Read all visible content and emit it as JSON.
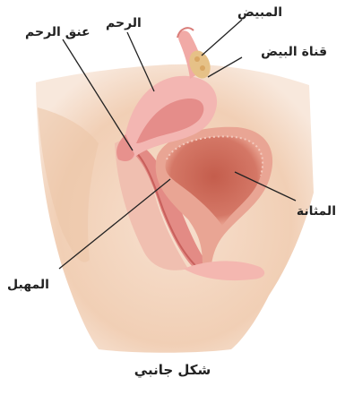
{
  "labels": {
    "ovary": "المبيض",
    "fallopian_tube": "قناة البيض",
    "uterus": "الرحم",
    "cervix": "عنق الرحم",
    "bladder": "المثانة",
    "vagina": "المهبل"
  },
  "caption": "شكل جانبي",
  "colors": {
    "skin": "#f6dcc8",
    "skin_shadow": "#ecc3a6",
    "uterus": "#f2b0ac",
    "uterus_inner": "#e3807e",
    "bladder": "#e89d8c",
    "bladder_inner": "#cf6b5a",
    "ovary": "#e8c48c",
    "leader": "#222222"
  }
}
